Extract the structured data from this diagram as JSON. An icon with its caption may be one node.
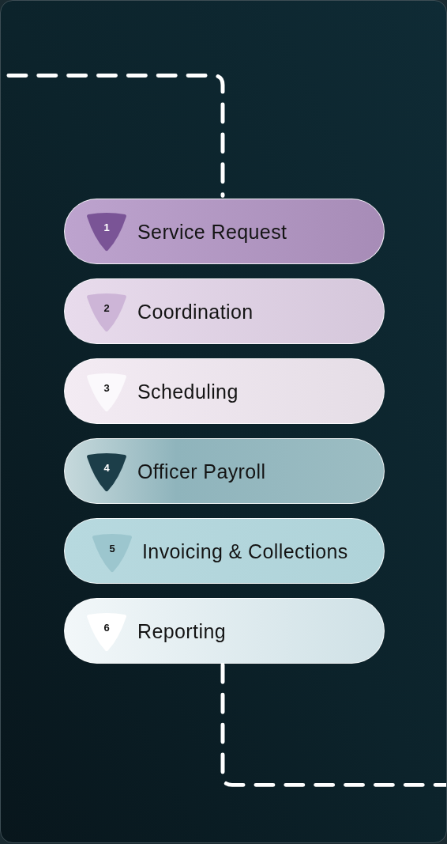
{
  "diagram": {
    "nodes": [
      {
        "text": [
          "Service Request"
        ]
      },
      {
        "text": [
          "1"
        ],
        "in": 0
      },
      {
        "text": [
          "Coordination"
        ]
      },
      {
        "text": [
          "2"
        ],
        "in": 2
      },
      {
        "text": [
          "Scheduling"
        ]
      },
      {
        "text": [
          "3"
        ],
        "in": 4
      },
      {
        "text": [
          "Officer Payroll"
        ]
      },
      {
        "text": [
          "4"
        ],
        "in": 6
      },
      {
        "text": [
          "Invoicing & Collections"
        ]
      },
      {
        "text": [
          "5"
        ],
        "in": 8
      },
      {
        "text": [
          "Reporting"
        ]
      },
      {
        "text": [
          "6"
        ],
        "in": 10
      }
    ],
    "edges": [
      {
        "from": null,
        "to": 0,
        "arrow": "none",
        "style": "dashed"
      },
      {
        "from": 10,
        "to": null,
        "arrow": "none",
        "style": "dashed"
      }
    ]
  }
}
